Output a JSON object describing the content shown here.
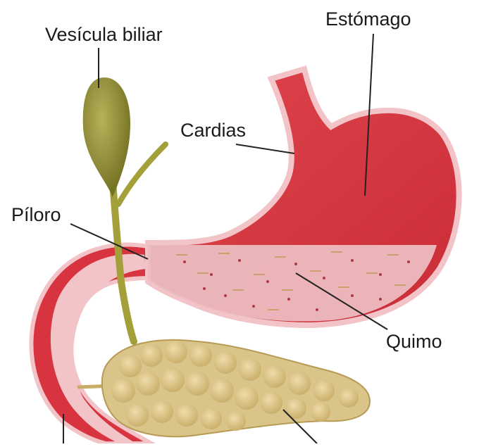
{
  "diagram": {
    "labels": {
      "vesicula_biliar": "Vesícula biliar",
      "estomago": "Estómago",
      "cardias": "Cardias",
      "piloro": "Píloro",
      "quimo": "Quimo"
    },
    "colors": {
      "stomach_wall": "#d7343f",
      "stomach_lining": "#f2c4c8",
      "chyme": "#e8b4b8",
      "gallbladder": "#8c8a2e",
      "bile_duct": "#a3a03a",
      "pancreas": "#d9c489",
      "leader_line": "#222222"
    }
  }
}
